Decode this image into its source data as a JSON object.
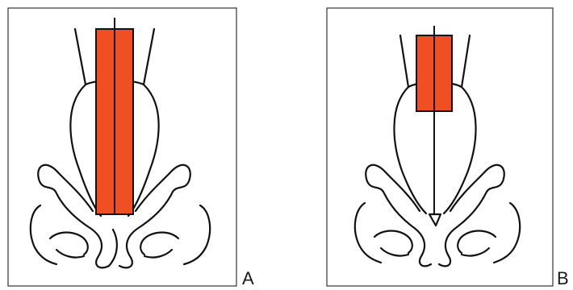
{
  "panels": [
    {
      "id": "A",
      "label": "A"
    },
    {
      "id": "B",
      "label": "B"
    }
  ],
  "colors": {
    "implant": "#f04e23",
    "outline": "#111111",
    "frame": "#333333"
  }
}
